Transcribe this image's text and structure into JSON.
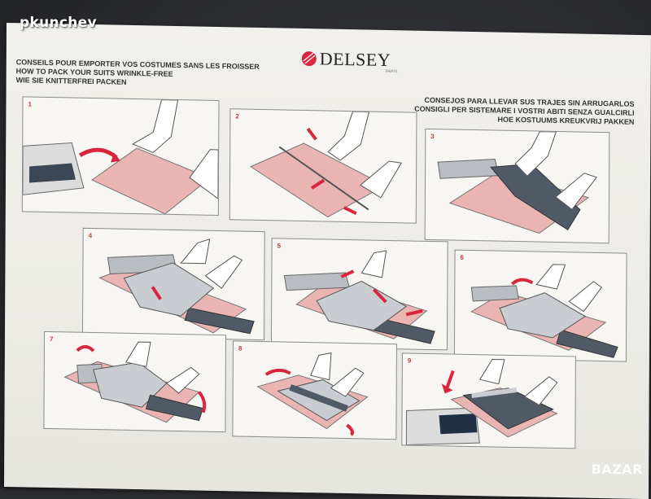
{
  "watermark": "pkunchev",
  "brand": {
    "name": "DELSEY",
    "sub": "PARIS",
    "accent": "#d7263d"
  },
  "headings_left": [
    "CONSEILS POUR EMPORTER VOS COSTUMES SANS LES FROISSER",
    "HOW TO PACK YOUR SUITS WRINKLE-FREE",
    "WIE SIE KNITTERFREI PACKEN"
  ],
  "headings_right": [
    "CONSEJOS PARA LLEVAR SUS TRAJES SIN ARRUGARLOS",
    "CONSIGLI PER SISTEMARE I VOSTRI ABITI SENZA GUALCIRLI",
    "HOE KOSTUUMS KREUKVRIJ PAKKEN"
  ],
  "steps": [
    "1",
    "2",
    "3",
    "4",
    "5",
    "6",
    "7",
    "8",
    "9"
  ],
  "colors": {
    "pink": "#e9b4b1",
    "arrow": "#d7263d",
    "suit": "#4f5a66",
    "grey": "#b9bcc0"
  },
  "corner_badge": "BAZAR"
}
